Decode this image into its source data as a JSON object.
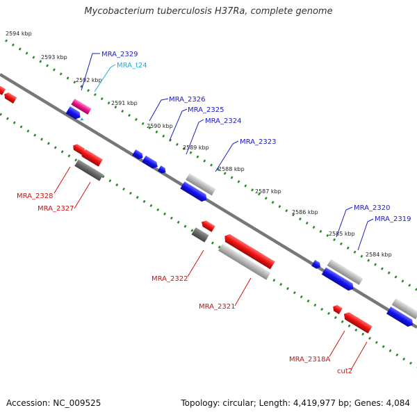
{
  "title": "Mycobacterium tuberculosis H37Ra, complete genome",
  "footer": {
    "accession": "Accession: NC_009525",
    "summary": "Topology: circular; Length: 4,419,977 bp; Genes: 4,084"
  },
  "colors": {
    "forward_gene": "#1010ee",
    "reverse_gene": "#ee1111",
    "pseudo_gene": "#aaaaaa",
    "trna": "#ee1188",
    "backbone": "#777777",
    "tick": "#2a8a2a",
    "label_blue": "#1a1acc",
    "label_red": "#cc1111",
    "label_cyan": "#22aadd"
  },
  "kbp_labels": [
    "2594 kbp",
    "2593 kbp",
    "2592 kbp",
    "2591 kbp",
    "2590 kbp",
    "2589 kbp",
    "2588 kbp",
    "2587 kbp",
    "2586 kbp",
    "2585 kbp",
    "2584 kbp"
  ],
  "gene_labels_forward": [
    "MRA_2329",
    "MRA_t24",
    "MRA_2326",
    "MRA_2325",
    "MRA_2324",
    "MRA_2323",
    "MRA_2320",
    "MRA_2319"
  ],
  "gene_labels_reverse": [
    "MRA_2328",
    "MRA_2327",
    "MRA_2322",
    "MRA_2321",
    "MRA_2318A",
    "cut2"
  ]
}
